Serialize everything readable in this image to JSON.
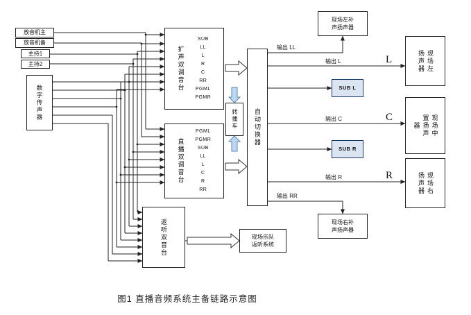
{
  "caption": "图1 直播音频系统主备链路示意图",
  "sources": {
    "playback_main": "放音机主",
    "playback_backup": "放音机备",
    "host1": "主持1",
    "host2": "主持2",
    "digital_mic": "数字传声器"
  },
  "mixers": {
    "pa": {
      "label": "扩声双调音台",
      "channels": [
        "SUB",
        "LL",
        "L",
        "R",
        "C",
        "RR",
        "PGML",
        "PGMR"
      ]
    },
    "broadcast": {
      "label": "直播双调音台",
      "channels": [
        "PGML",
        "PGMR",
        "SUB",
        "LL",
        "L",
        "C",
        "R",
        "RR"
      ]
    },
    "monitor": {
      "label": "返听双音台"
    }
  },
  "relay": {
    "ob_van": "转播车",
    "switcher": "自动切换器"
  },
  "outputs": {
    "ll": "输出 LL",
    "l": "输出 L",
    "c": "输出 C",
    "r": "输出 R",
    "rr": "输出 RR",
    "sub_l": "SUB L",
    "sub_r": "SUB R"
  },
  "speakers": {
    "left_fill": {
      "line1": "现场左补",
      "line2": "声扬声器"
    },
    "left": {
      "letter": "L",
      "label": "现场左扬声器"
    },
    "center": {
      "letter": "C",
      "label": "现场中置扬声器"
    },
    "right": {
      "letter": "R",
      "label": "现场右扬声器"
    },
    "right_fill": {
      "line1": "现场右补",
      "line2": "声扬声器"
    }
  },
  "band_monitor": {
    "line1": "现场乐队",
    "line2": "返听系统"
  },
  "colors": {
    "line": "#222222",
    "sub_fill": "#dbe5f1",
    "sub_border": "#17375e",
    "arrow_fill": "#bdd7ee"
  }
}
